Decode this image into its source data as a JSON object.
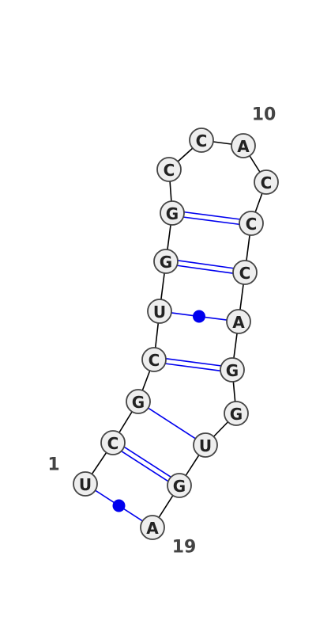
{
  "sequence": [
    "U",
    "C",
    "G",
    "C",
    "U",
    "G",
    "G",
    "C",
    "C",
    "A",
    "C",
    "C",
    "C",
    "A",
    "G",
    "G",
    "U",
    "G",
    "A"
  ],
  "base_pairs": [
    {
      "i": 1,
      "j": 19,
      "type": "wobble"
    },
    {
      "i": 2,
      "j": 18,
      "type": "canonical"
    },
    {
      "i": 3,
      "j": 17,
      "type": "noncanonical"
    },
    {
      "i": 4,
      "j": 15,
      "type": "canonical"
    },
    {
      "i": 5,
      "j": 14,
      "type": "wobble"
    },
    {
      "i": 6,
      "j": 13,
      "type": "canonical"
    },
    {
      "i": 7,
      "j": 12,
      "type": "canonical"
    }
  ],
  "position_labels": [
    {
      "index": 1,
      "text": "1"
    },
    {
      "index": 10,
      "text": "10"
    },
    {
      "index": 19,
      "text": "19"
    }
  ],
  "colors": {
    "backbone": "#000000",
    "base_pair": "#0000ee",
    "nucleotide_fill": "#eeeeee",
    "nucleotide_stroke": "#444444"
  }
}
